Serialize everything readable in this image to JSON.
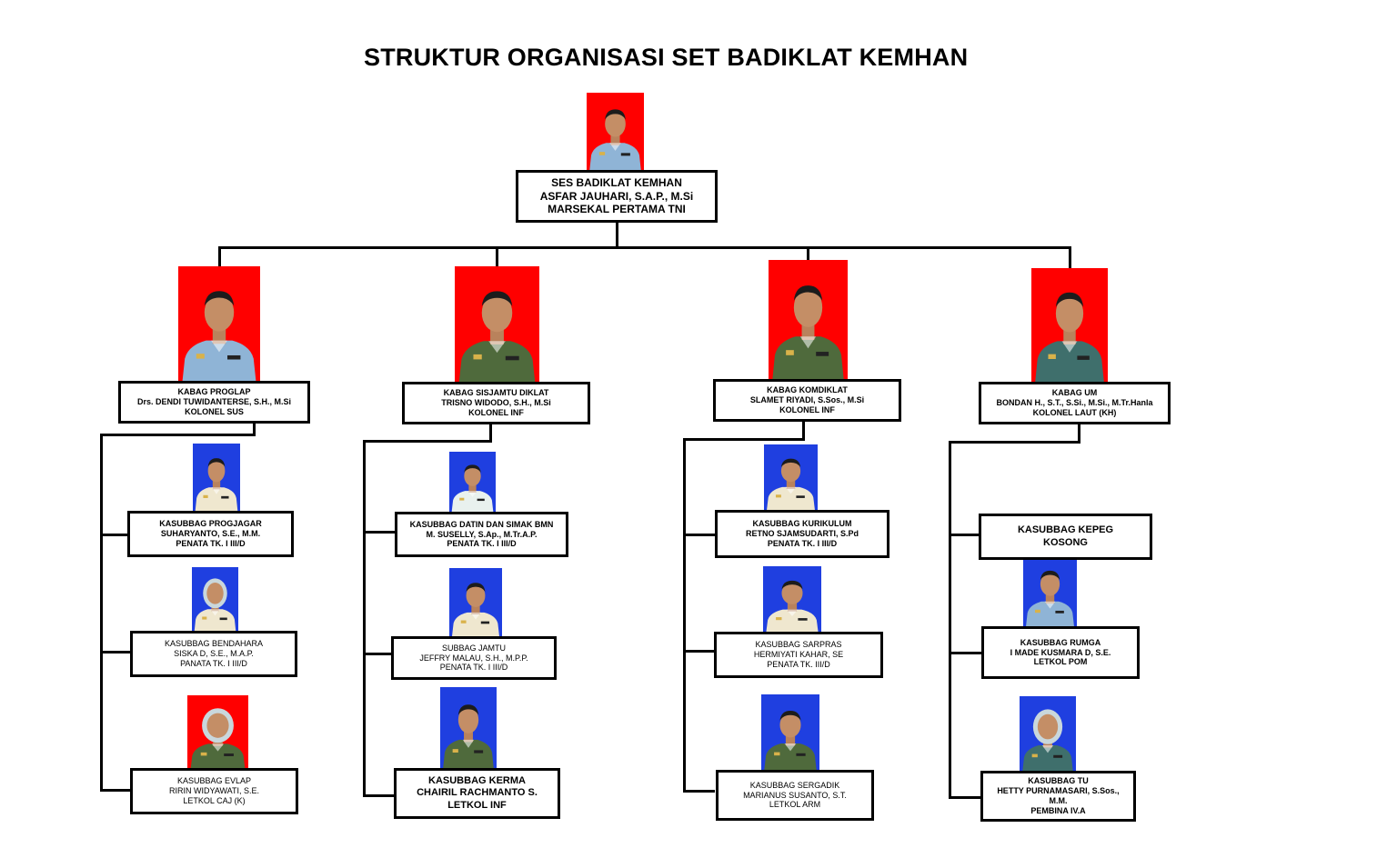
{
  "title": "STRUKTUR ORGANISASI SET BADIKLAT KEMHAN",
  "colors": {
    "red_bg": "#ff0000",
    "blue_bg": "#1f3fe0",
    "line": "#000000"
  },
  "uniform_colors": {
    "air_force": "#8fb4d6",
    "army": "#4f6a3c",
    "navy": "#3f6f6c",
    "civil": "#efe7cf",
    "civil_light": "#e9f1ee",
    "hijab": "#c9d7dc"
  },
  "top": {
    "line1": "SES BADIKLAT KEMHAN",
    "line2": "ASFAR JAUHARI, S.A.P., M.Si",
    "line3": "MARSEKAL PERTAMA TNI"
  },
  "heads": [
    {
      "line1": "KABAG PROGLAP",
      "line2": "Drs. DENDI TUWIDANTERSE, S.H., M.Si",
      "line3": "KOLONEL SUS"
    },
    {
      "line1": "KABAG SISJAMTU DIKLAT",
      "line2": "TRISNO WIDODO, S.H., M.Si",
      "line3": "KOLONEL INF"
    },
    {
      "line1": "KABAG KOMDIKLAT",
      "line2": "SLAMET RIYADI, S.Sos., M.Si",
      "line3": "KOLONEL INF"
    },
    {
      "line1": "KABAG UM",
      "line2": "BONDAN H., S.T., S.Si., M.Si., M.Tr.Hanla",
      "line3": "KOLONEL LAUT (KH)"
    }
  ],
  "subs": [
    [
      {
        "line1": "KASUBBAG PROGJAGAR",
        "line2": "SUHARYANTO, S.E., M.M.",
        "line3": "PENATA TK. I III/D"
      },
      {
        "line1": "KASUBBAG BENDAHARA",
        "line2": "SISKA D, S.E., M.A.P.",
        "line3": "PANATA TK. I III/D"
      },
      {
        "line1": "KASUBBAG EVLAP",
        "line2": "RIRIN WIDYAWATI, S.E.",
        "line3": "LETKOL CAJ (K)"
      }
    ],
    [
      {
        "line1": "KASUBBAG DATIN DAN SIMAK BMN",
        "line2": "M. SUSELLY, S.Ap., M.Tr.A.P.",
        "line3": "PENATA TK. I III/D"
      },
      {
        "line1": "SUBBAG JAMTU",
        "line2": "JEFFRY MALAU, S.H., M.P.P.",
        "line3": "PENATA TK. I III/D"
      },
      {
        "line1": "KASUBBAG KERMA",
        "line2": "CHAIRIL RACHMANTO S.",
        "line3": "LETKOL INF"
      }
    ],
    [
      {
        "line1": "KASUBBAG KURIKULUM",
        "line2": "RETNO SJAMSUDARTI, S.Pd",
        "line3": "PENATA TK. I III/D"
      },
      {
        "line1": "KASUBBAG SARPRAS",
        "line2": "HERMIYATI KAHAR, SE",
        "line3": "PENATA TK. III/D"
      },
      {
        "line1": "KASUBBAG SERGADIK",
        "line2": "MARIANUS SUSANTO, S.T.",
        "line3": "LETKOL ARM"
      }
    ],
    [
      {
        "line1": "KASUBBAG KEPEG",
        "line2": "KOSONG",
        "line3": ""
      },
      {
        "line1": "KASUBBAG RUMGA",
        "line2": "I MADE KUSMARA D, S.E.",
        "line3": "LETKOL POM"
      },
      {
        "line1": "KASUBBAG TU",
        "line2": "HETTY PURNAMASARI, S.Sos.,",
        "line3": "M.M.",
        "line4": "PEMBINA IV.A"
      }
    ]
  ]
}
